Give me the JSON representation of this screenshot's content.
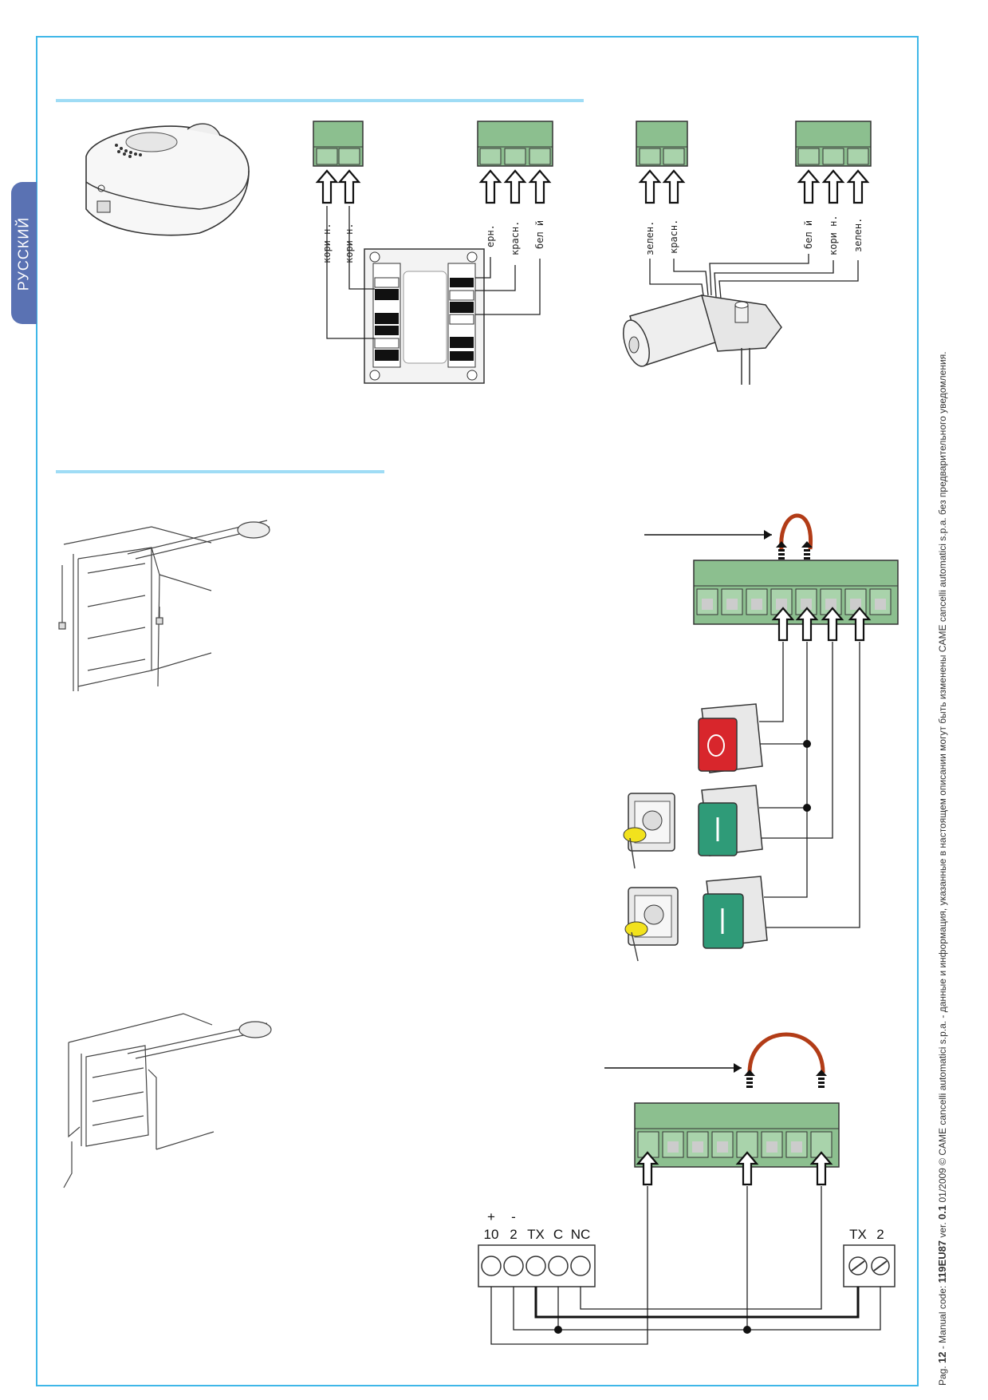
{
  "language_tab": "РУССКИЙ",
  "footer": {
    "prefix": "Pag. ",
    "page_number": "12",
    "code_text": " - Manual code: ",
    "manual_code": "119EU87",
    "version_text": " ver. ",
    "version": "0.1",
    "rest": " 01/2009 © CAME cancelli automatici s.p.a. - данные и информация, указанные в настоящем описании могут быть изменены CAME cancelli automatici s.p.a. без предварительного уведомления."
  },
  "transformer_wires": {
    "left": [
      "кори н.",
      "кори н."
    ],
    "right": [
      "ерн.",
      "красн.",
      "бел й"
    ]
  },
  "motor_wires": {
    "left": [
      "зелен.",
      "красн."
    ],
    "right": [
      "бел й",
      "кори н.",
      "зелен."
    ]
  },
  "receiver_terminals": {
    "polarity": [
      "+",
      "-"
    ],
    "labels": [
      "10",
      "2",
      "TX",
      "C",
      "NC"
    ]
  },
  "safety_terminals": [
    "TX",
    "2"
  ],
  "colors": {
    "frame": "#3fb7e8",
    "rule": "#9fdcf5",
    "tab": "#5a72b3",
    "terminal_green": "#8cbf8f",
    "jumper": "#b23c17",
    "stop_button": "#d8262c",
    "start_button": "#2f9b78",
    "key": "#f2e21d"
  },
  "icons": [
    "lamp-housing-icon",
    "transformer-icon",
    "gearmotor-icon",
    "garage-door-icon",
    "stop-button-icon",
    "start-button-icon",
    "key-selector-icon",
    "photocell-icon"
  ]
}
